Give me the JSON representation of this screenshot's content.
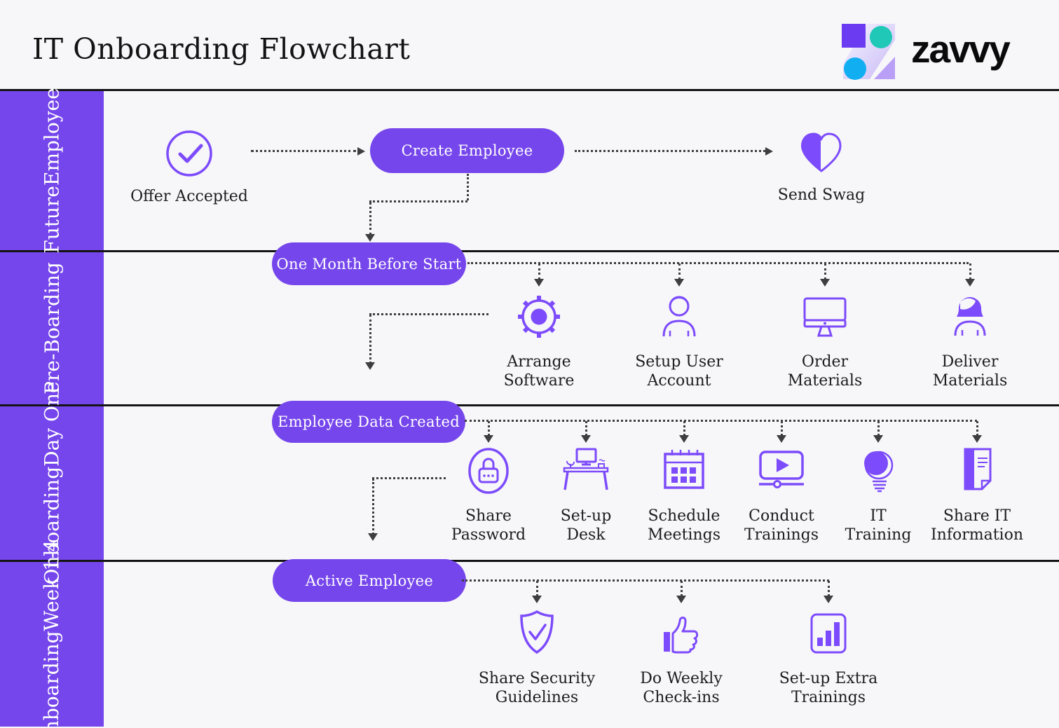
{
  "header": {
    "title": "IT Onboarding Flowchart",
    "brand": "zavvy"
  },
  "colors": {
    "lane_purple": "#7546EB",
    "icon_purple": "#7C4BFB",
    "background": "#F7F6F9",
    "lane_line": "#141414",
    "connector": "#3E3E3E",
    "logo_square": "#6B3BF2",
    "logo_teal": "#1FC8B7",
    "logo_blue": "#12AEF2",
    "logo_lavender": "#B9A0F6"
  },
  "lanes": [
    {
      "line1": "Future",
      "line2": "Employee"
    },
    {
      "line1": "Pre-",
      "line2": "Boarding"
    },
    {
      "line1": "Onboarding",
      "line2": "Day One"
    },
    {
      "line1": "Onboarding",
      "line2": "Week 1-4"
    }
  ],
  "pills": {
    "create_employee": "Create Employee",
    "one_month_before_start": "One Month Before Start",
    "employee_data_created": "Employee Data Created",
    "active_employee": "Active Employee"
  },
  "steps": {
    "offer_accepted": {
      "line1": "Offer Accepted"
    },
    "send_swag": {
      "line1": "Send Swag"
    },
    "arrange_software": {
      "line1": "Arrange",
      "line2": "Software"
    },
    "setup_user_account": {
      "line1": "Setup User",
      "line2": "Account"
    },
    "order_materials": {
      "line1": "Order",
      "line2": "Materials"
    },
    "deliver_materials": {
      "line1": "Deliver",
      "line2": "Materials"
    },
    "share_password": {
      "line1": "Share",
      "line2": "Password"
    },
    "set_up_desk": {
      "line1": "Set-up",
      "line2": "Desk"
    },
    "schedule_meetings": {
      "line1": "Schedule",
      "line2": "Meetings"
    },
    "conduct_trainings": {
      "line1": "Conduct",
      "line2": "Trainings"
    },
    "it_training": {
      "line1": "IT",
      "line2": "Training"
    },
    "share_it_information": {
      "line1": "Share IT",
      "line2": "Information"
    },
    "share_security_guidelines": {
      "line1": "Share Security",
      "line2": "Guidelines"
    },
    "do_weekly_check_ins": {
      "line1": "Do Weekly",
      "line2": "Check-ins"
    },
    "set_up_extra_trainings": {
      "line1": "Set-up Extra",
      "line2": "Trainings"
    }
  },
  "icons": {
    "offer_accepted": "check-circle-icon",
    "send_swag": "heart-icon",
    "arrange_software": "gear-icon",
    "setup_user_account": "user-icon",
    "order_materials": "monitor-icon",
    "deliver_materials": "person-female-icon",
    "share_password": "padlock-icon",
    "set_up_desk": "desk-icon",
    "schedule_meetings": "calendar-icon",
    "conduct_trainings": "video-player-icon",
    "it_training": "lightbulb-icon",
    "share_it_information": "document-icon",
    "share_security_guidelines": "shield-check-icon",
    "do_weekly_check_ins": "thumbs-up-icon",
    "set_up_extra_trainings": "bar-chart-icon"
  }
}
